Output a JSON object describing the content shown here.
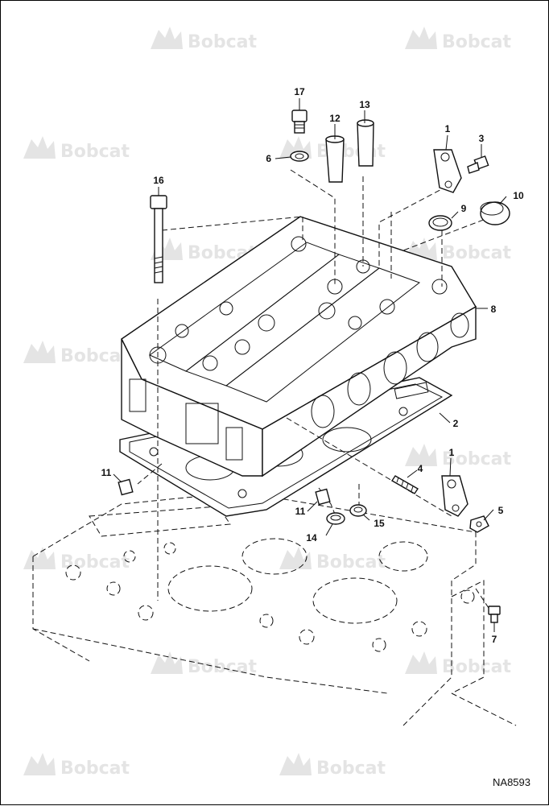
{
  "watermark": {
    "brand": "Bobcat"
  },
  "reference_code": "NA8593",
  "callouts": [
    "1",
    "1",
    "2",
    "3",
    "4",
    "5",
    "6",
    "7",
    "8",
    "9",
    "10",
    "11",
    "11",
    "12",
    "13",
    "14",
    "15",
    "16",
    "17"
  ],
  "colors": {
    "line": "#111111",
    "watermark": "#e4e4e4",
    "background": "#ffffff"
  }
}
